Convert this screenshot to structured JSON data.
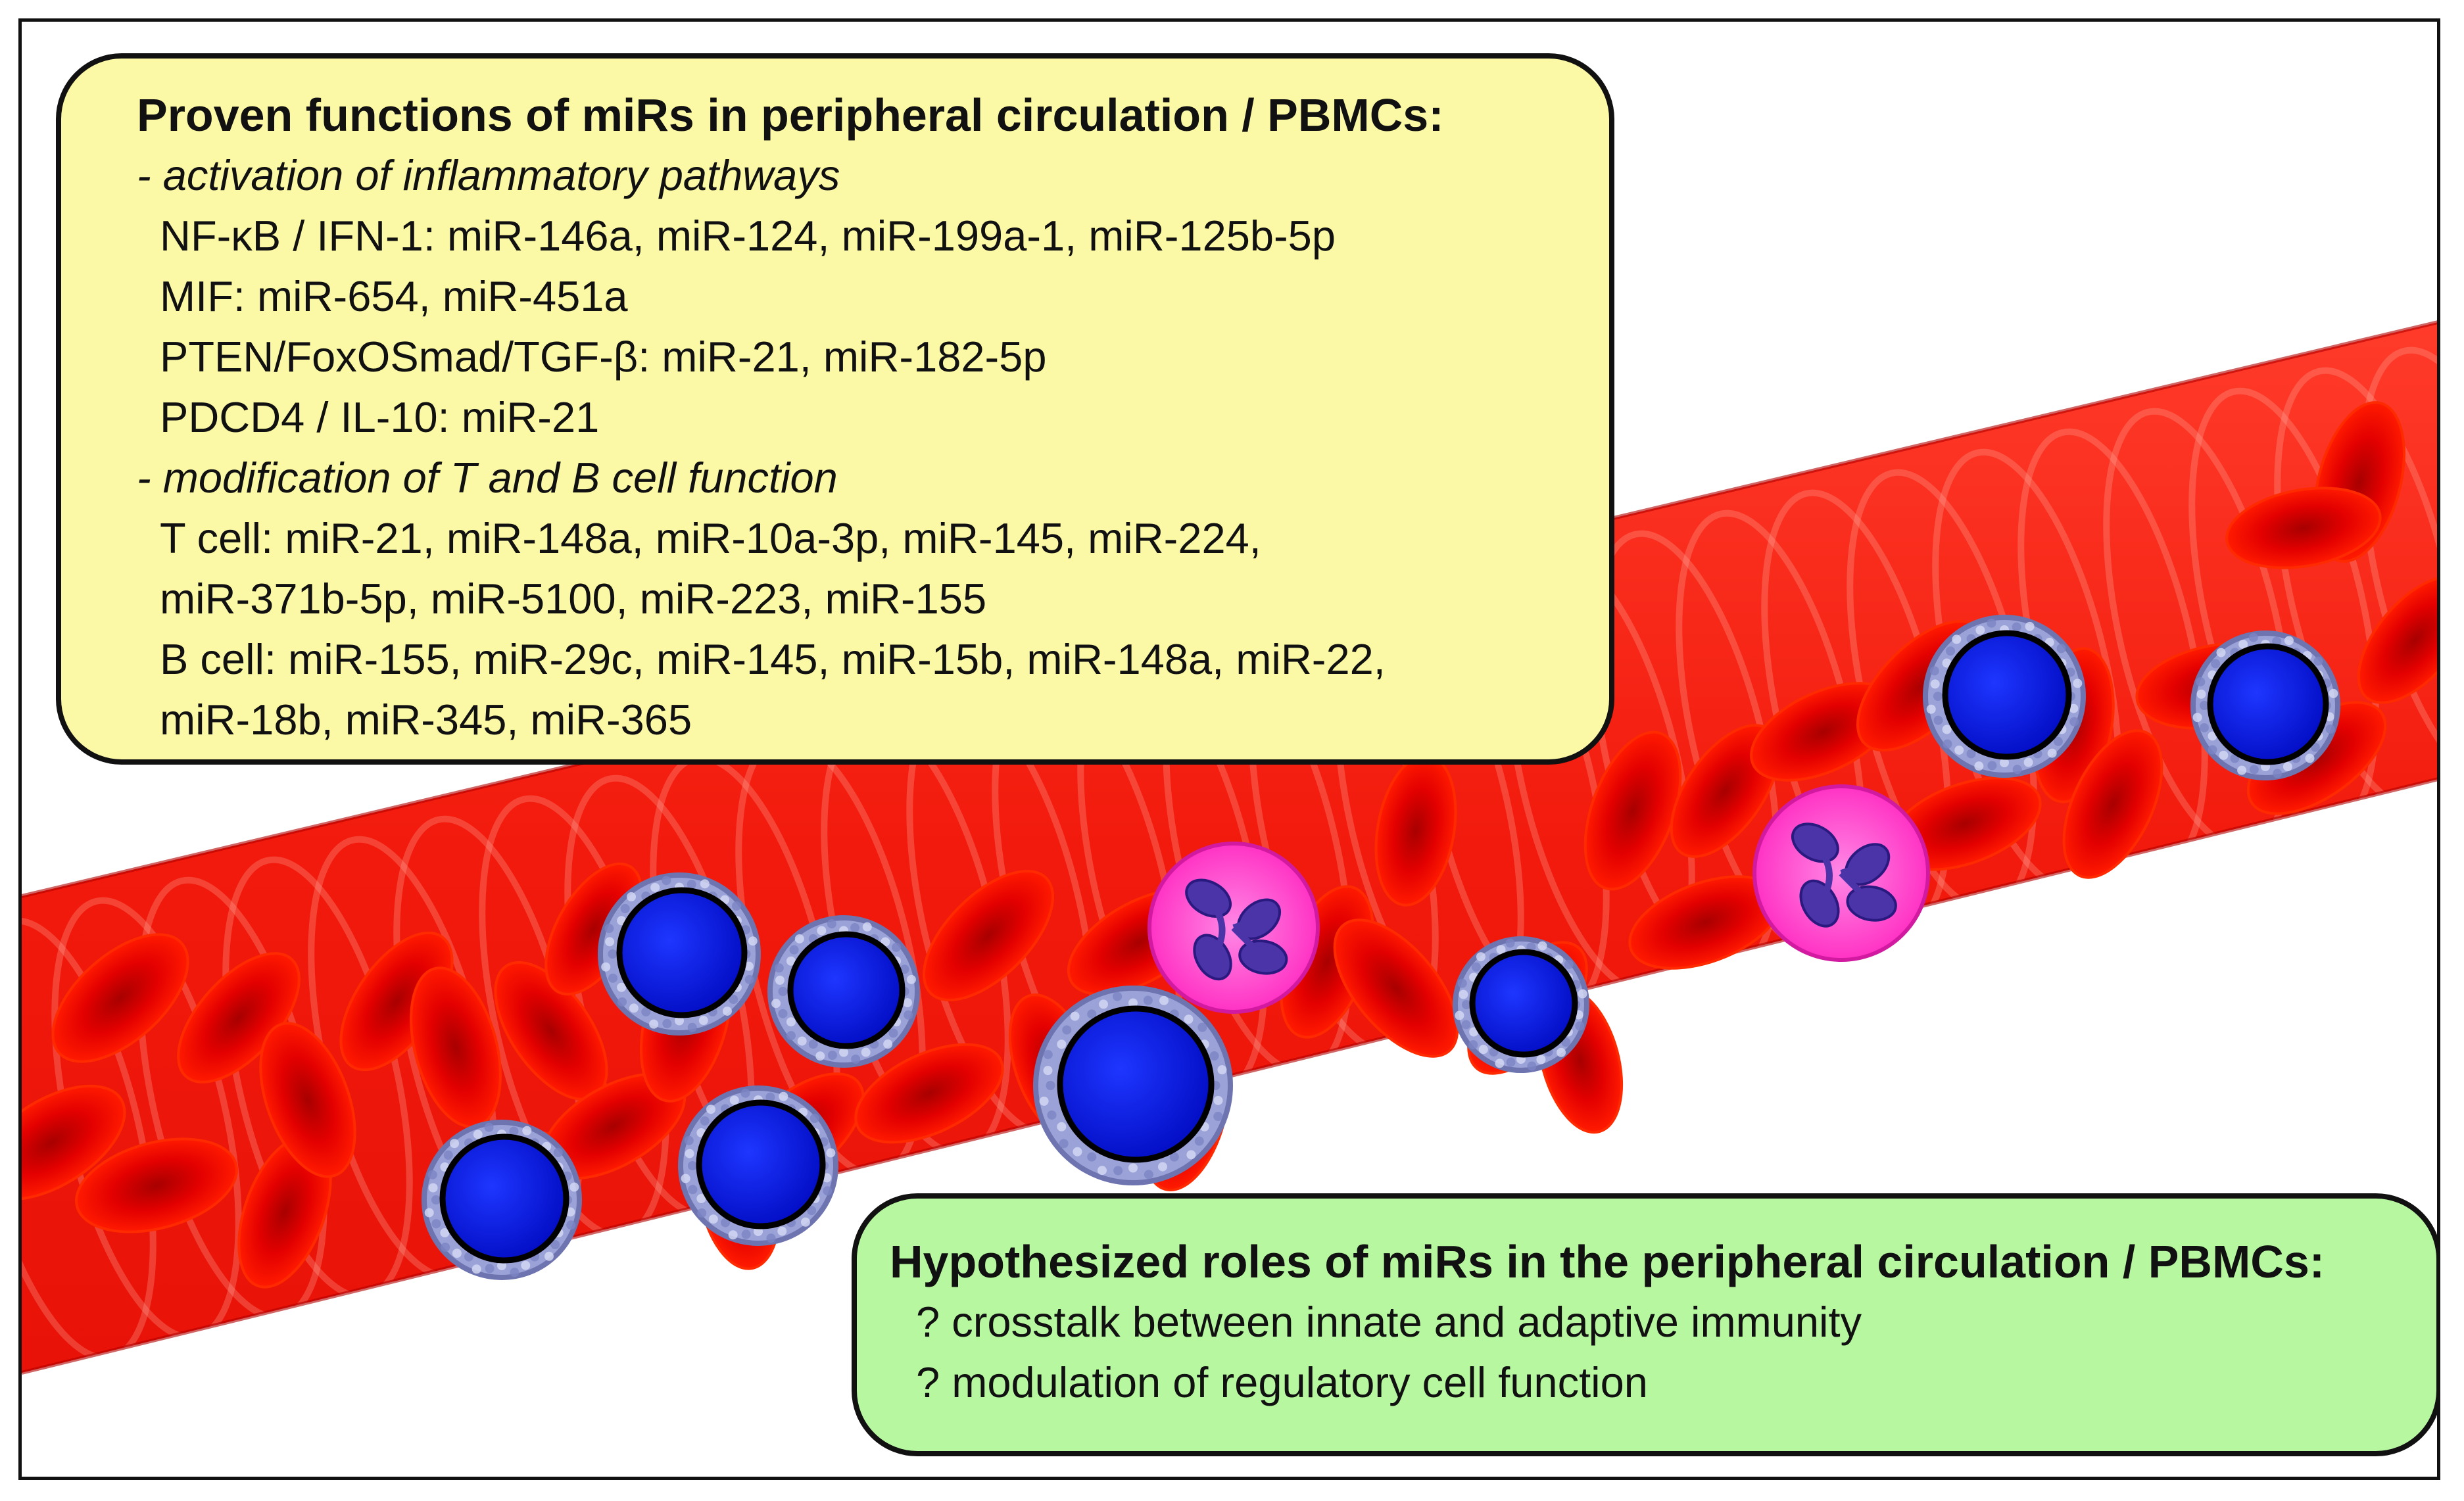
{
  "proven_box": {
    "title": "Proven functions of miRs in peripheral circulation / PBMCs:",
    "section1_heading": "- activation of inflammatory pathways",
    "section1_items": [
      "NF-κB / IFN-1:  miR-146a, miR-124, miR-199a-1, miR-125b-5p",
      "MIF:  miR-654, miR-451a",
      "PTEN/FoxOSmad/TGF-β:  miR-21, miR-182-5p",
      "PDCD4 / IL-10:  miR-21"
    ],
    "section2_heading": "- modification of T and B cell function",
    "section2_items": [
      "T cell: miR-21, miR-148a, miR-10a-3p, miR-145, miR-224,",
      "miR-371b-5p, miR-5100, miR-223, miR-155",
      "B cell: miR-155, miR-29c, miR-145, miR-15b, miR-148a, miR-22,",
      "miR-18b, miR-345, miR-365"
    ],
    "background_color": "#fbf8a6"
  },
  "hypothesized_box": {
    "title": "Hypothesized roles of miRs in the peripheral circulation / PBMCs:",
    "items": [
      "? crosstalk between innate and adaptive immunity",
      "? modulation of regulatory cell function"
    ],
    "background_color": "#b6f7a0"
  },
  "colors": {
    "vessel": "#ee1a0a",
    "red_cell": "#dd0000",
    "lymphocyte_nucleus": "#0a1ae6",
    "lymphocyte_cytoplasm": "#9aa2d8",
    "neutrophil_cytoplasm": "#ff44cc",
    "neutrophil_nucleus": "#4a34a8"
  }
}
